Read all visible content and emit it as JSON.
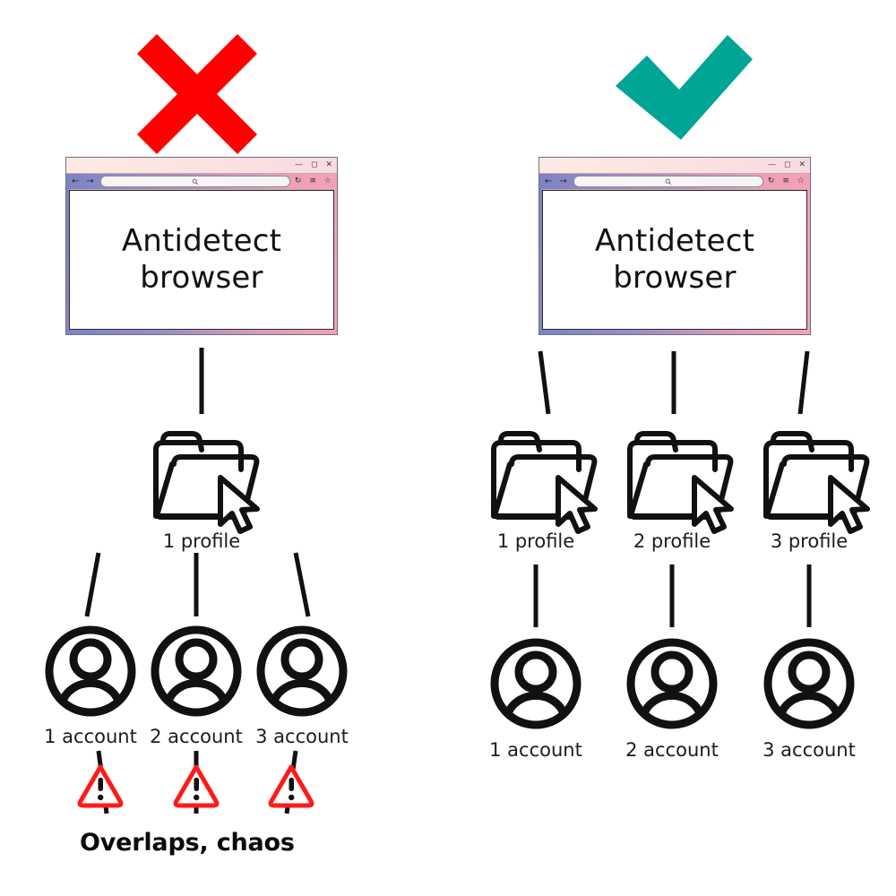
{
  "diagram": {
    "title_bad_icon": "red-x-mark",
    "title_good_icon": "teal-check-mark",
    "colors": {
      "bad": "#FF0000",
      "good": "#00A595",
      "warning_triangle": "#FF1A1A",
      "line": "#111111",
      "browser_toolbar_left": "#7b83c4",
      "browser_toolbar_right": "#f3a2b6",
      "browser_titlebar": "#fdeae3"
    }
  },
  "browser": {
    "page_line1": "Antidetect",
    "page_line2": "browser",
    "window_controls": [
      "minimize",
      "maximize",
      "close"
    ],
    "nav_back": "back-arrow",
    "nav_forward": "forward-arrow",
    "url_placeholder": "",
    "toolbar_icons": [
      "reload",
      "menu",
      "bookmark-star"
    ]
  },
  "left_panel": {
    "verdict": "bad",
    "profiles": [
      {
        "label": "1 profile"
      }
    ],
    "accounts": [
      {
        "label": "1 account"
      },
      {
        "label": "2 account"
      },
      {
        "label": "3 account"
      }
    ],
    "warnings": [
      {
        "icon": "warning-triangle"
      },
      {
        "icon": "warning-triangle"
      },
      {
        "icon": "warning-triangle"
      }
    ],
    "footer": "Overlaps, chaos"
  },
  "right_panel": {
    "verdict": "good",
    "profiles": [
      {
        "label": "1 profile"
      },
      {
        "label": "2 profile"
      },
      {
        "label": "3 profile"
      }
    ],
    "accounts": [
      {
        "label": "1 account"
      },
      {
        "label": "2 account"
      },
      {
        "label": "3 account"
      }
    ]
  }
}
